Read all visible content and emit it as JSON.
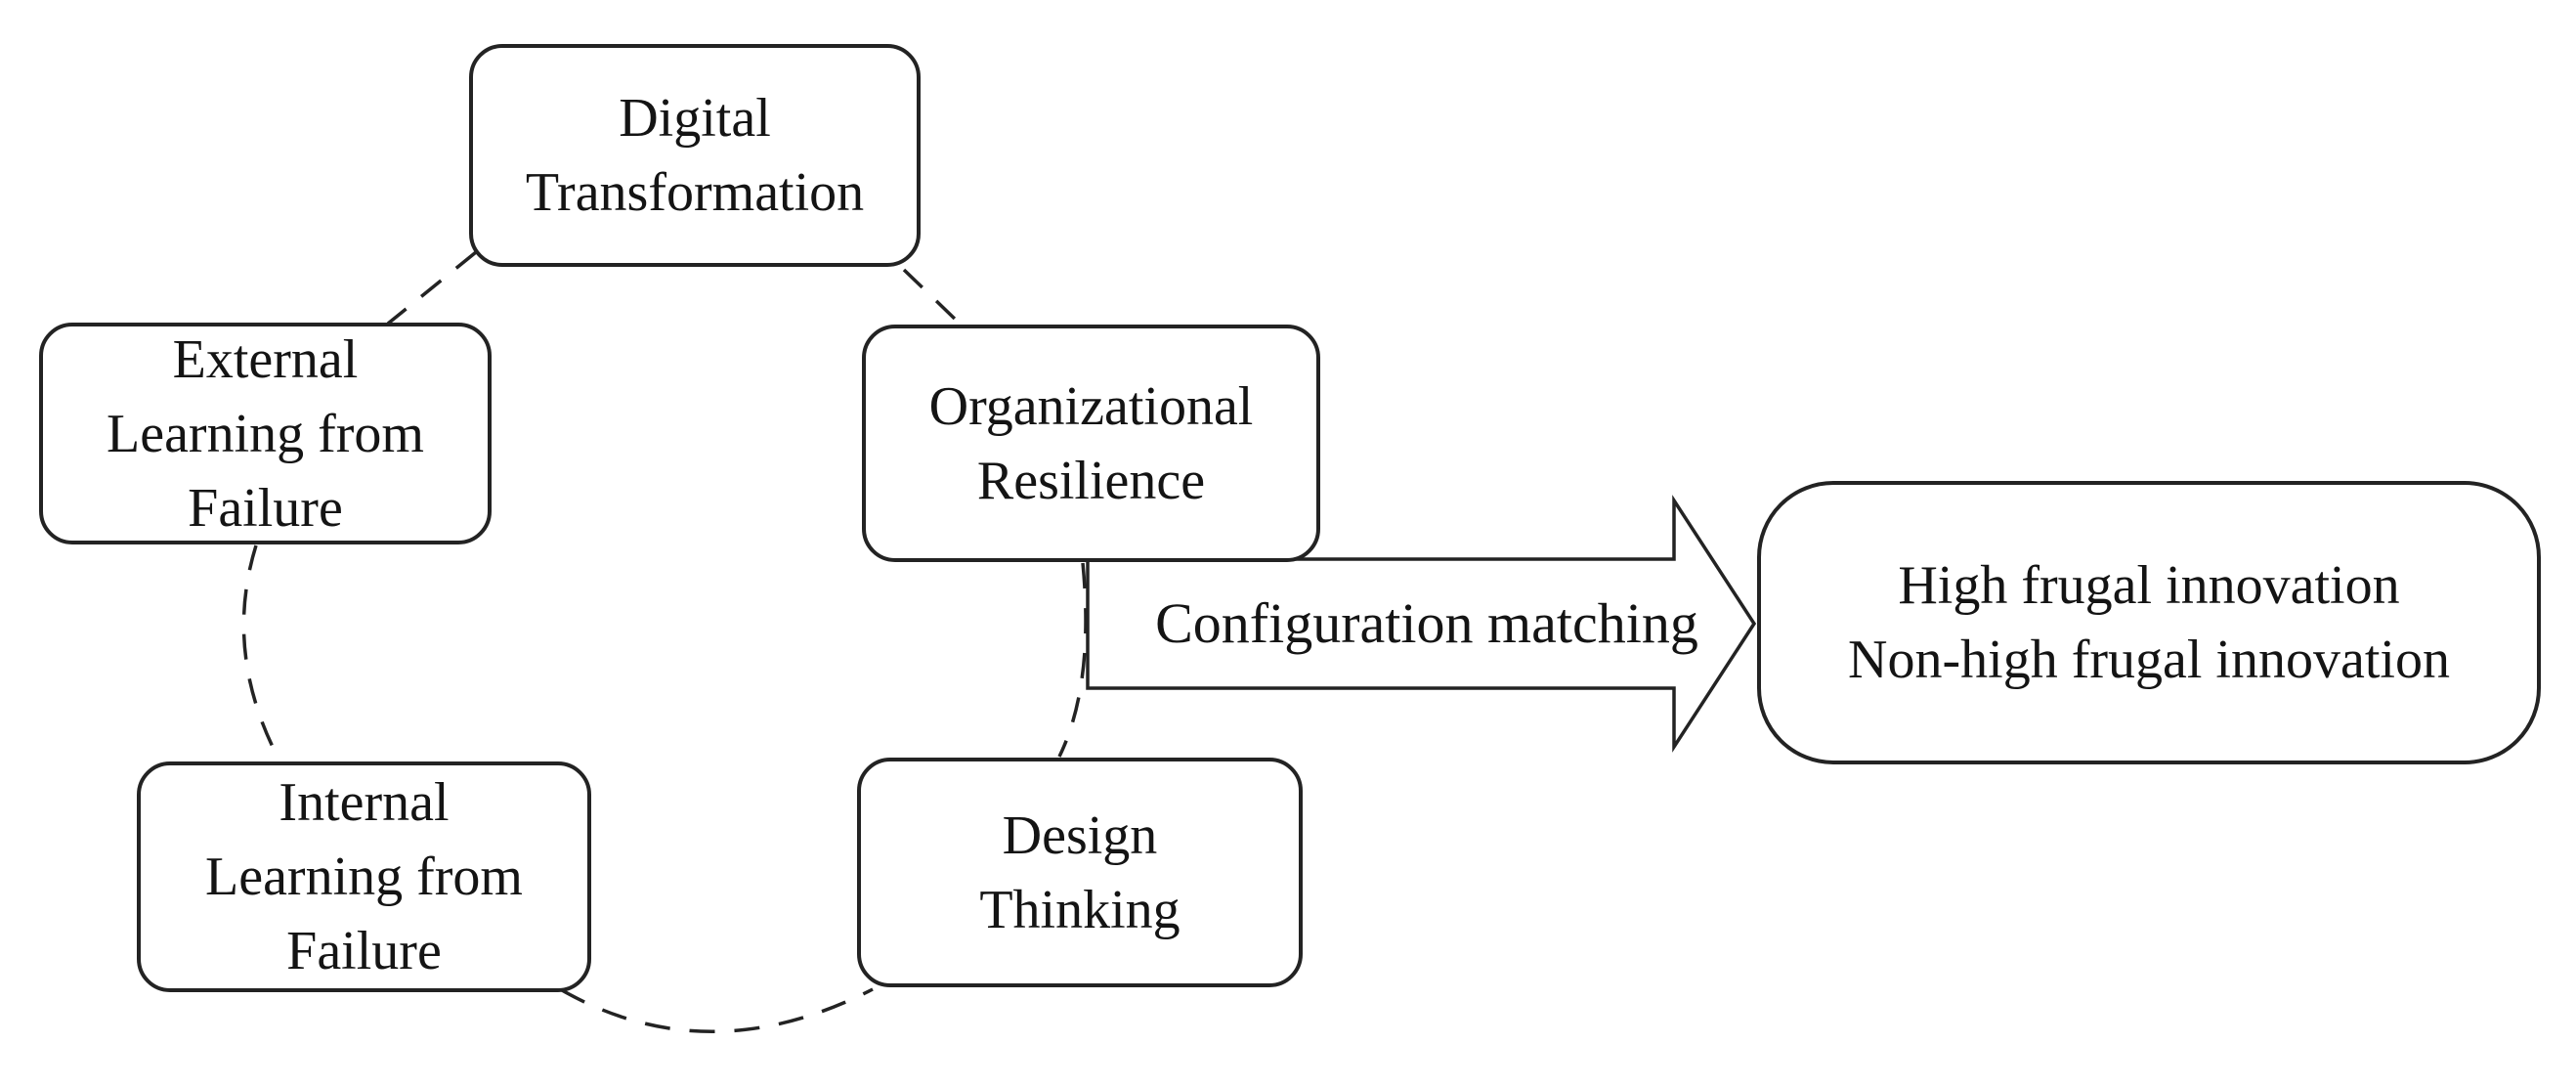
{
  "figure": {
    "background_color": "#ffffff",
    "line_color": "#232323",
    "text_color": "#141414",
    "nodes": {
      "digital_transformation": {
        "label": "Digital\nTransformation"
      },
      "external_learning_from_failure": {
        "label": "External\nLearning from\nFailure"
      },
      "organizational_resilience": {
        "label": "Organizational\nResilience"
      },
      "internal_learning_from_failure": {
        "label": "Internal\nLearning from\nFailure"
      },
      "design_thinking": {
        "label": "Design\nThinking"
      },
      "outcome": {
        "label": "High frugal innovation\nNon-high frugal innovation"
      }
    },
    "arrow": {
      "label": "Configuration matching"
    }
  }
}
